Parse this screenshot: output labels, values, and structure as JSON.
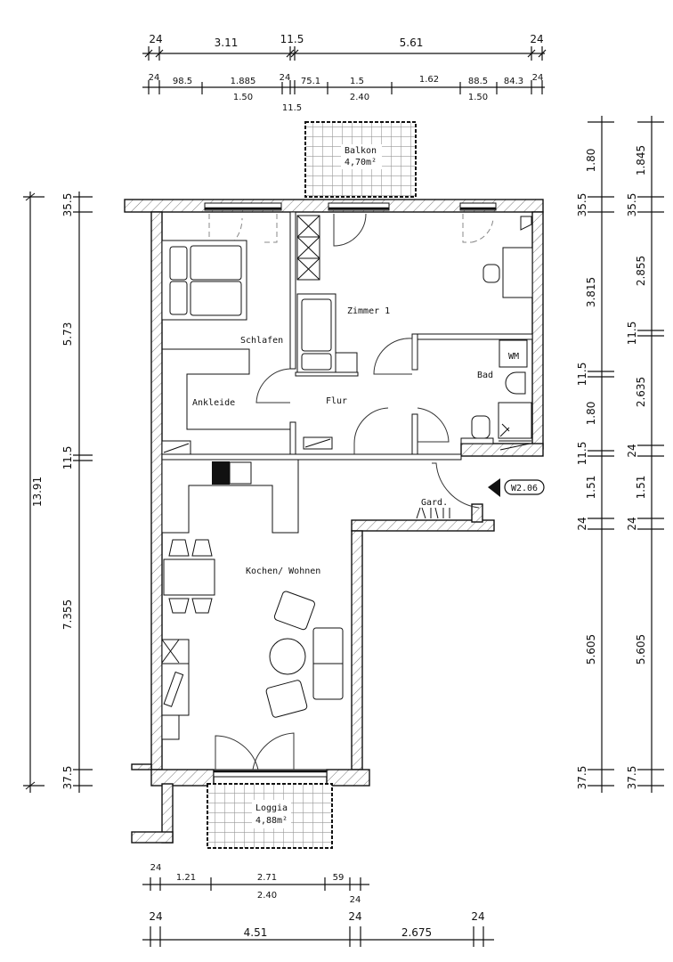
{
  "plan": {
    "unit_tag": "W2.06",
    "rooms": {
      "schlafen": "Schlafen",
      "ankleide": "Ankleide",
      "zimmer1": "Zimmer 1",
      "flur": "Flur",
      "bad": "Bad",
      "wm": "WM",
      "gard": "Gard.",
      "kochen": "Kochen/ Wohnen",
      "balkon": "Balkon",
      "balkon_area": "4,70m²",
      "loggia": "Loggia",
      "loggia_area": "4,88m²"
    }
  },
  "dims": {
    "top1": [
      "24",
      "3.11",
      "11.5",
      "5.61",
      "24"
    ],
    "top2_above": [
      "24",
      "98.5",
      "1.885",
      "24",
      "75.1",
      "1.5",
      "1.62",
      "88.5",
      "84.3",
      "24"
    ],
    "top2_below": [
      "1.50",
      "11.5",
      "2.40",
      "1.50"
    ],
    "left_outer": "13.91",
    "left_inner": [
      "35.5",
      "5.73",
      "11.5",
      "7.355",
      "37.5"
    ],
    "right1": [
      "1.80",
      "35.5",
      "3.815",
      "11.5",
      "1.80",
      "11.5",
      "1.51",
      "24",
      "5.605",
      "37.5"
    ],
    "right2": [
      "1.845",
      "35.5",
      "2.855",
      "11.5",
      "2.635",
      "24",
      "1.51",
      "24",
      "5.605",
      "37.5"
    ],
    "bottom1_above": [
      "24",
      "1.21",
      "2.71",
      "59"
    ],
    "bottom1_below": [
      "2.40",
      "24"
    ],
    "bottom2": [
      "24",
      "4.51",
      "24",
      "2.675",
      "24"
    ]
  }
}
